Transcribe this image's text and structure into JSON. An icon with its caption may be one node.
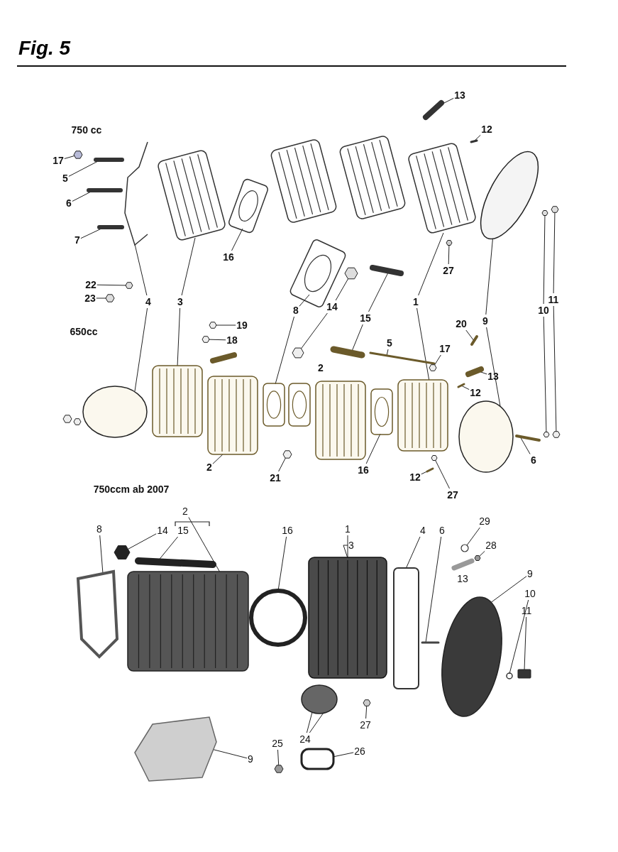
{
  "diagram": {
    "title": "Fig. 5",
    "nodes": [
      {
        "text": [
          "17"
        ]
      },
      {
        "text": [
          "5"
        ]
      },
      {
        "text": [
          "6"
        ]
      },
      {
        "text": [
          "7"
        ]
      },
      {
        "text": [
          "16"
        ]
      },
      {
        "text": [
          "22"
        ]
      },
      {
        "text": [
          "23"
        ]
      },
      {
        "text": [
          "13"
        ]
      },
      {
        "text": [
          "12"
        ]
      },
      {
        "text": [
          "27"
        ]
      },
      {
        "text": [
          "4"
        ]
      },
      {
        "text": [
          "3"
        ]
      },
      {
        "text": [
          "8"
        ]
      },
      {
        "text": [
          "14"
        ]
      },
      {
        "text": [
          "15"
        ]
      },
      {
        "text": [
          "1"
        ]
      },
      {
        "text": [
          "9"
        ]
      },
      {
        "text": [
          "10"
        ]
      },
      {
        "text": [
          "11"
        ]
      },
      {
        "text": [
          "19"
        ]
      },
      {
        "text": [
          "18"
        ]
      },
      {
        "text": [
          "5"
        ]
      },
      {
        "text": [
          "17"
        ]
      },
      {
        "text": [
          "20"
        ]
      },
      {
        "text": [
          "13"
        ]
      },
      {
        "text": [
          "12"
        ]
      },
      {
        "text": [
          "6"
        ]
      },
      {
        "text": [
          "2"
        ]
      },
      {
        "text": [
          "21"
        ]
      },
      {
        "text": [
          "16"
        ]
      },
      {
        "text": [
          "12"
        ]
      },
      {
        "text": [
          "27"
        ]
      },
      {
        "text": [
          "2"
        ]
      },
      {
        "text": [
          "8"
        ]
      },
      {
        "text": [
          "14"
        ]
      },
      {
        "text": [
          "15"
        ]
      },
      {
        "text": [
          "16"
        ]
      },
      {
        "text": [
          "1"
        ]
      },
      {
        "text": [
          "3"
        ]
      },
      {
        "text": [
          "4"
        ]
      },
      {
        "text": [
          "6"
        ]
      },
      {
        "text": [
          "29"
        ]
      },
      {
        "text": [
          "28"
        ]
      },
      {
        "text": [
          "9"
        ]
      },
      {
        "text": [
          "10"
        ]
      },
      {
        "text": [
          "11"
        ]
      },
      {
        "text": [
          "27"
        ]
      },
      {
        "text": [
          "24"
        ]
      },
      {
        "text": [
          "25"
        ]
      },
      {
        "text": [
          "26"
        ]
      },
      {
        "text": [
          "9"
        ]
      },
      {
        "text": [],
        "shape": "hexagon"
      },
      {
        "text": [],
        "shape": "bar"
      },
      {
        "text": [],
        "shape": "bar"
      },
      {
        "text": [],
        "shape": "bar"
      },
      {
        "text": [],
        "shape": "box"
      },
      {
        "text": [],
        "shape": "hexagon"
      },
      {
        "text": [],
        "shape": "hexagon"
      },
      {
        "text": [],
        "shape": "bar"
      },
      {
        "text": [],
        "shape": "bar"
      },
      {
        "text": [],
        "shape": "hexagon"
      },
      {
        "text": [],
        "shape": "polygon"
      },
      {
        "text": [],
        "shape": "ellipse"
      },
      {
        "text": [],
        "shape": "box"
      },
      {
        "text": [],
        "shape": "box"
      },
      {
        "text": [],
        "shape": "box"
      },
      {
        "text": [],
        "shape": "box"
      },
      {
        "text": [],
        "shape": "hexagon"
      },
      {
        "text": [],
        "shape": "hexagon"
      },
      {
        "text": [],
        "shape": "bar"
      },
      {
        "text": [],
        "shape": "bar"
      },
      {
        "text": [],
        "shape": "box"
      },
      {
        "text": [],
        "shape": "box"
      },
      {
        "text": [],
        "shape": "ellipse"
      },
      {
        "text": [],
        "shape": "ellipse"
      },
      {
        "text": [],
        "shape": "hexagon"
      },
      {
        "text": [],
        "shape": "hexagon"
      },
      {
        "text": [],
        "shape": "hexagon"
      },
      {
        "text": [],
        "shape": "hexagon"
      },
      {
        "text": [],
        "shape": "hexagon"
      },
      {
        "text": [],
        "shape": "hexagon"
      },
      {
        "text": [],
        "shape": "bar"
      },
      {
        "text": [],
        "shape": "hexagon"
      },
      {
        "text": [],
        "shape": "bar"
      },
      {
        "text": [],
        "shape": "bar"
      },
      {
        "text": [],
        "shape": "bar"
      },
      {
        "text": [],
        "shape": "bar"
      },
      {
        "text": [],
        "shape": "box"
      },
      {
        "text": [],
        "shape": "hexagon"
      },
      {
        "text": [],
        "shape": "box"
      },
      {
        "text": [],
        "shape": "bar"
      },
      {
        "text": [],
        "shape": "hexagon"
      },
      {
        "text": [],
        "shape": "box"
      },
      {
        "text": [],
        "shape": "polygon"
      },
      {
        "text": [],
        "shape": "hexagon"
      },
      {
        "text": [],
        "shape": "bar"
      },
      {
        "text": [],
        "shape": "circle"
      },
      {
        "text": [],
        "shape": "box"
      },
      {
        "text": [],
        "shape": "box"
      },
      {
        "text": [],
        "shape": "bar"
      },
      {
        "text": [],
        "shape": "circle"
      },
      {
        "text": [],
        "shape": "hexagon"
      },
      {
        "text": [],
        "shape": "ellipse"
      },
      {
        "text": [],
        "shape": "circle"
      },
      {
        "text": [],
        "shape": "box"
      },
      {
        "text": [],
        "shape": "hexagon"
      },
      {
        "text": [],
        "shape": "ellipse"
      },
      {
        "text": [],
        "shape": "hexagon"
      },
      {
        "text": [],
        "shape": "box"
      },
      {
        "text": [],
        "shape": "polygon"
      }
    ],
    "edges": [
      {
        "from": 0,
        "to": 51,
        "arrow": "none"
      },
      {
        "from": 1,
        "to": 52,
        "arrow": "none"
      },
      {
        "from": 2,
        "to": 53,
        "arrow": "none"
      },
      {
        "from": 3,
        "to": 54,
        "arrow": "none"
      },
      {
        "from": 4,
        "to": 55,
        "arrow": "none"
      },
      {
        "from": 5,
        "to": 56,
        "arrow": "none"
      },
      {
        "from": 6,
        "to": 57,
        "arrow": "none"
      },
      {
        "from": 7,
        "to": 58,
        "arrow": "none"
      },
      {
        "from": 8,
        "to": 59,
        "arrow": "none"
      },
      {
        "from": 9,
        "to": 60,
        "arrow": "none"
      },
      {
        "from": 10,
        "to": 61,
        "arrow": "none"
      },
      {
        "from": 10,
        "to": 62,
        "arrow": "none"
      },
      {
        "from": 11,
        "to": 63,
        "arrow": "none"
      },
      {
        "from": 11,
        "to": 64,
        "arrow": "none"
      },
      {
        "from": 12,
        "to": 65,
        "arrow": "none"
      },
      {
        "from": 12,
        "to": 66,
        "arrow": "none"
      },
      {
        "from": 13,
        "to": 67,
        "arrow": "none"
      },
      {
        "from": 13,
        "to": 68,
        "arrow": "none"
      },
      {
        "from": 14,
        "to": 69,
        "arrow": "none"
      },
      {
        "from": 14,
        "to": 70,
        "arrow": "none"
      },
      {
        "from": 15,
        "to": 71,
        "arrow": "none"
      },
      {
        "from": 15,
        "to": 72,
        "arrow": "none"
      },
      {
        "from": 16,
        "to": 73,
        "arrow": "none"
      },
      {
        "from": 16,
        "to": 74,
        "arrow": "none"
      },
      {
        "from": 17,
        "to": 75,
        "arrow": "none"
      },
      {
        "from": 17,
        "to": 76,
        "arrow": "none"
      },
      {
        "from": 18,
        "to": 77,
        "arrow": "none"
      },
      {
        "from": 18,
        "to": 78,
        "arrow": "none"
      },
      {
        "from": 19,
        "to": 79,
        "arrow": "none"
      },
      {
        "from": 20,
        "to": 80,
        "arrow": "none"
      },
      {
        "from": 21,
        "to": 81,
        "arrow": "none"
      },
      {
        "from": 22,
        "to": 82,
        "arrow": "none"
      },
      {
        "from": 23,
        "to": 83,
        "arrow": "none"
      },
      {
        "from": 24,
        "to": 84,
        "arrow": "none"
      },
      {
        "from": 25,
        "to": 85,
        "arrow": "none"
      },
      {
        "from": 26,
        "to": 86,
        "arrow": "none"
      },
      {
        "from": 27,
        "to": 87,
        "arrow": "none"
      },
      {
        "from": 28,
        "to": 88,
        "arrow": "none"
      },
      {
        "from": 29,
        "to": 89,
        "arrow": "none"
      },
      {
        "from": 30,
        "to": 90,
        "arrow": "none"
      },
      {
        "from": 31,
        "to": 91,
        "arrow": "none"
      },
      {
        "from": 32,
        "to": 92,
        "arrow": "none"
      },
      {
        "from": 33,
        "to": 93,
        "arrow": "none"
      },
      {
        "from": 34,
        "to": 94,
        "arrow": "none"
      },
      {
        "from": 35,
        "to": 95,
        "arrow": "none"
      },
      {
        "from": 36,
        "to": 96,
        "arrow": "none"
      },
      {
        "from": 37,
        "to": 97,
        "arrow": "none"
      },
      {
        "from": 38,
        "to": 97,
        "arrow": "none"
      },
      {
        "from": 39,
        "to": 98,
        "arrow": "none"
      },
      {
        "from": 40,
        "to": 99,
        "arrow": "none"
      },
      {
        "from": 41,
        "to": 100,
        "arrow": "none"
      },
      {
        "from": 42,
        "to": 101,
        "arrow": "none"
      },
      {
        "from": 43,
        "to": 102,
        "arrow": "none"
      },
      {
        "from": 44,
        "to": 103,
        "arrow": "none"
      },
      {
        "from": 45,
        "to": 104,
        "arrow": "none"
      },
      {
        "from": 46,
        "to": 105,
        "arrow": "none"
      },
      {
        "from": 47,
        "to": 106,
        "arrow": "none"
      },
      {
        "from": 47,
        "to": 106,
        "arrow": "none"
      },
      {
        "from": 48,
        "to": 107,
        "arrow": "none"
      },
      {
        "from": 49,
        "to": 108,
        "arrow": "none"
      },
      {
        "from": 50,
        "to": 109,
        "arrow": "none"
      }
    ],
    "labels": [
      "750 cc",
      "650cc",
      "2",
      "750ccm ab 2007",
      "13"
    ]
  }
}
